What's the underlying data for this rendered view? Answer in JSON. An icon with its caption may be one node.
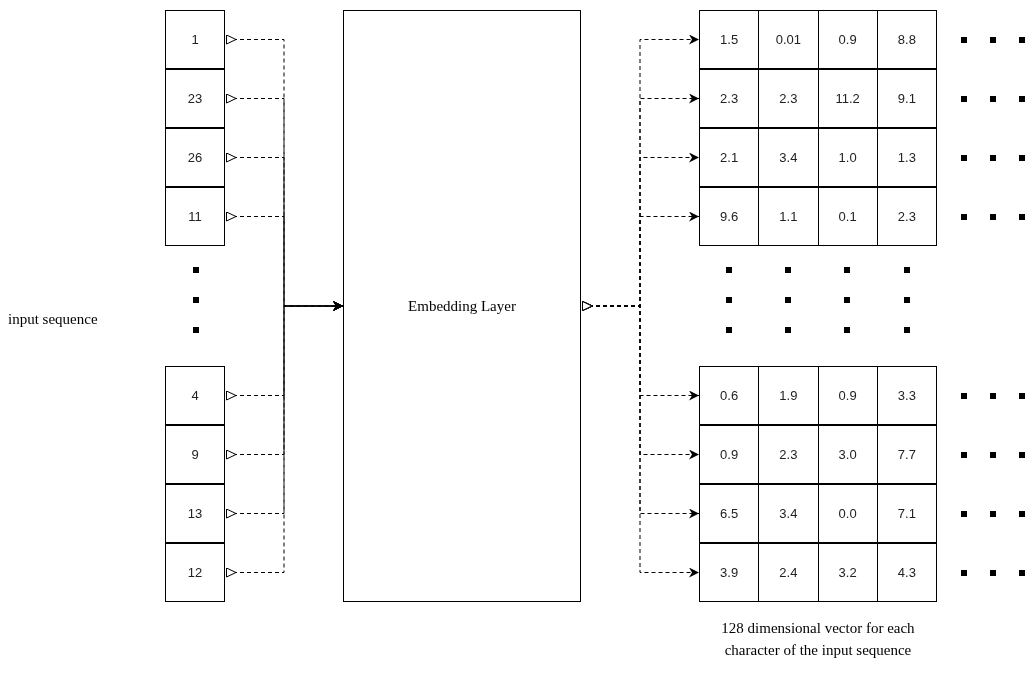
{
  "diagram": {
    "nodes": [
      {
        "text": [
          "1"
        ]
      },
      {
        "text": [
          "23"
        ]
      },
      {
        "text": [
          "26"
        ]
      },
      {
        "text": [
          "11"
        ]
      },
      {
        "text": [
          "4"
        ]
      },
      {
        "text": [
          "9"
        ]
      },
      {
        "text": [
          "13"
        ]
      },
      {
        "text": [
          "12"
        ]
      },
      {
        "text": [
          "Embedding Layer"
        ]
      },
      {
        "text": [
          "1.5",
          "0.01",
          "0.9",
          "8.8"
        ]
      },
      {
        "text": [
          "2.3",
          "2.3",
          "11.2",
          "9.1"
        ]
      },
      {
        "text": [
          "2.1",
          "3.4",
          "1.0",
          "1.3"
        ]
      },
      {
        "text": [
          "9.6",
          "1.1",
          "0.1",
          "2.3"
        ]
      },
      {
        "text": [
          "0.6",
          "1.9",
          "0.9",
          "3.3"
        ]
      },
      {
        "text": [
          "0.9",
          "2.3",
          "3.0",
          "7.7"
        ]
      },
      {
        "text": [
          "6.5",
          "3.4",
          "0.0",
          "7.1"
        ]
      },
      {
        "text": [
          "3.9",
          "2.4",
          "3.2",
          "4.3"
        ]
      }
    ],
    "edges": [
      {
        "from": 0,
        "to": 8,
        "arrow": "to",
        "style": "dashed"
      },
      {
        "from": 1,
        "to": 8,
        "arrow": "to",
        "style": "dashed"
      },
      {
        "from": 2,
        "to": 8,
        "arrow": "to",
        "style": "dashed"
      },
      {
        "from": 3,
        "to": 8,
        "arrow": "to",
        "style": "dashed"
      },
      {
        "from": 4,
        "to": 8,
        "arrow": "to",
        "style": "dashed"
      },
      {
        "from": 5,
        "to": 8,
        "arrow": "to",
        "style": "dashed"
      },
      {
        "from": 6,
        "to": 8,
        "arrow": "to",
        "style": "dashed"
      },
      {
        "from": 7,
        "to": 8,
        "arrow": "to",
        "style": "dashed"
      },
      {
        "from": 8,
        "to": 9,
        "arrow": "to",
        "style": "dashed"
      },
      {
        "from": 8,
        "to": 10,
        "arrow": "to",
        "style": "dashed"
      },
      {
        "from": 8,
        "to": 11,
        "arrow": "to",
        "style": "dashed"
      },
      {
        "from": 8,
        "to": 12,
        "arrow": "to",
        "style": "dashed"
      },
      {
        "from": 8,
        "to": 13,
        "arrow": "to",
        "style": "dashed"
      },
      {
        "from": 8,
        "to": 14,
        "arrow": "to",
        "style": "dashed"
      },
      {
        "from": 8,
        "to": 15,
        "arrow": "to",
        "style": "dashed"
      },
      {
        "from": 8,
        "to": 16,
        "arrow": "to",
        "style": "dashed"
      }
    ],
    "labels": [
      "input sequence",
      "128 dimensional vector for each character of the input sequence"
    ]
  }
}
